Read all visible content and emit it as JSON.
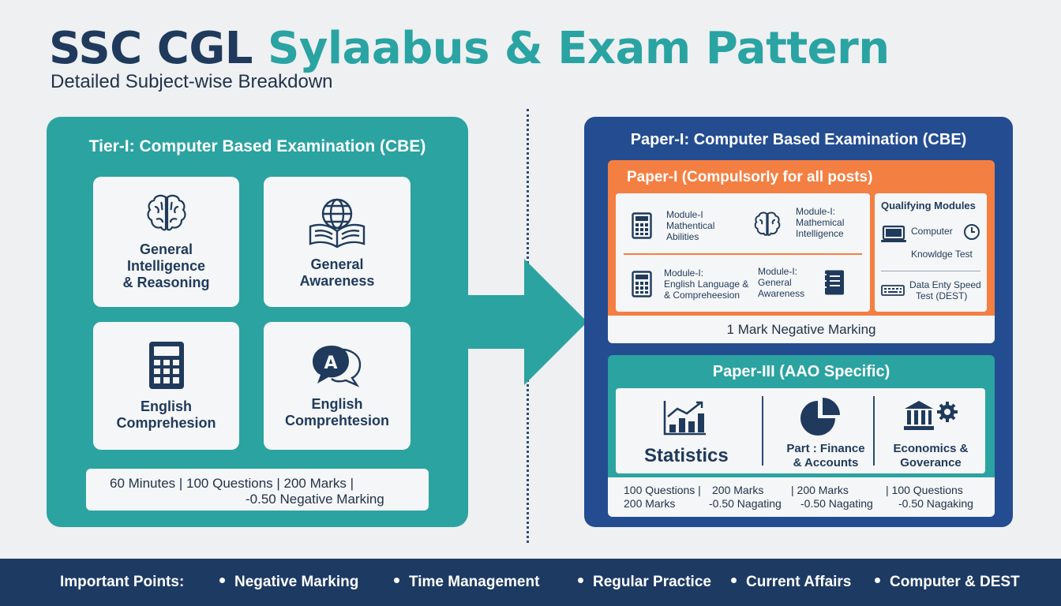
{
  "header": {
    "title_part1": "SSC CGL",
    "title_part2": "Sylaabus & Exam Pattern",
    "subtitle": "Detailed Subject-wise Breakdown"
  },
  "tier1": {
    "title": "Tier-I: Computer Based Examination (CBE)",
    "cards": [
      {
        "label_line1": "General",
        "label_line2": "Intelligence",
        "label_line3": "& Reasoning",
        "icon": "brain-icon"
      },
      {
        "label_line1": "General",
        "label_line2": "Awareness",
        "icon": "globe-book-icon"
      },
      {
        "label_line1": "English",
        "label_line2": "Comprehesion",
        "icon": "calculator-icon"
      },
      {
        "label_line1": "English",
        "label_line2": "Comprehtesion",
        "icon": "speech-bubble-icon"
      }
    ],
    "footer_line1": "60 Minutes  | 100 Questions | 200 Marks |",
    "footer_line2": "-0.50 Negative Marking"
  },
  "paper1": {
    "title": "Paper-I: Computer Based Examination (CBE)",
    "compulsory_title": "Paper-I (Compulsorly for all posts)",
    "modules": [
      {
        "l1": "Module-I",
        "l2": "Mathentical",
        "l3": "Abilities"
      },
      {
        "l1": "Module-I:",
        "l2": "Mathemical",
        "l3": "Intelligence"
      },
      {
        "l1": "Module-I:",
        "l2": "English Language &",
        "l3": "& Compreheesion"
      },
      {
        "l1": "Module-I:",
        "l2": "General",
        "l3": "Awareness"
      }
    ],
    "qualifying": {
      "title": "Qualifying Modules",
      "computer": "Computer",
      "knowledge": "Knowldge Test",
      "dest_l1": "Data Enty Speed",
      "dest_l2": "Test (DEST)"
    },
    "negative": "1 Mark Negative Marking"
  },
  "paper3": {
    "title": "Paper-III (AAO Specific)",
    "sections": [
      {
        "label": "Statistics"
      },
      {
        "l1": "Part : Finance",
        "l2": "& Accounts"
      },
      {
        "l1": "Economics &",
        "l2": "Goverance"
      }
    ],
    "footer": {
      "c1_l1": "100 Questions  |",
      "c1_l2": "200 Marks",
      "c2_l1": "200 Marks",
      "c2_l2": "-0.50 Nagating",
      "c3_l1": "|  200 Marks",
      "c3_l2": "-0.50 Nagating",
      "c4_l1": "| 100 Questions",
      "c4_l2": "-0.50 Nagaking"
    }
  },
  "important": {
    "label": "Important Points:",
    "items": [
      "Negative Marking",
      "Time Management",
      "Regular Practice",
      "Current Affairs",
      "Computer & DEST"
    ]
  },
  "colors": {
    "navy": "#1f3a5c",
    "teal": "#2ba3a1",
    "blue_panel": "#244d91",
    "orange": "#f47f42",
    "bottom_bar": "#1d3a63"
  }
}
